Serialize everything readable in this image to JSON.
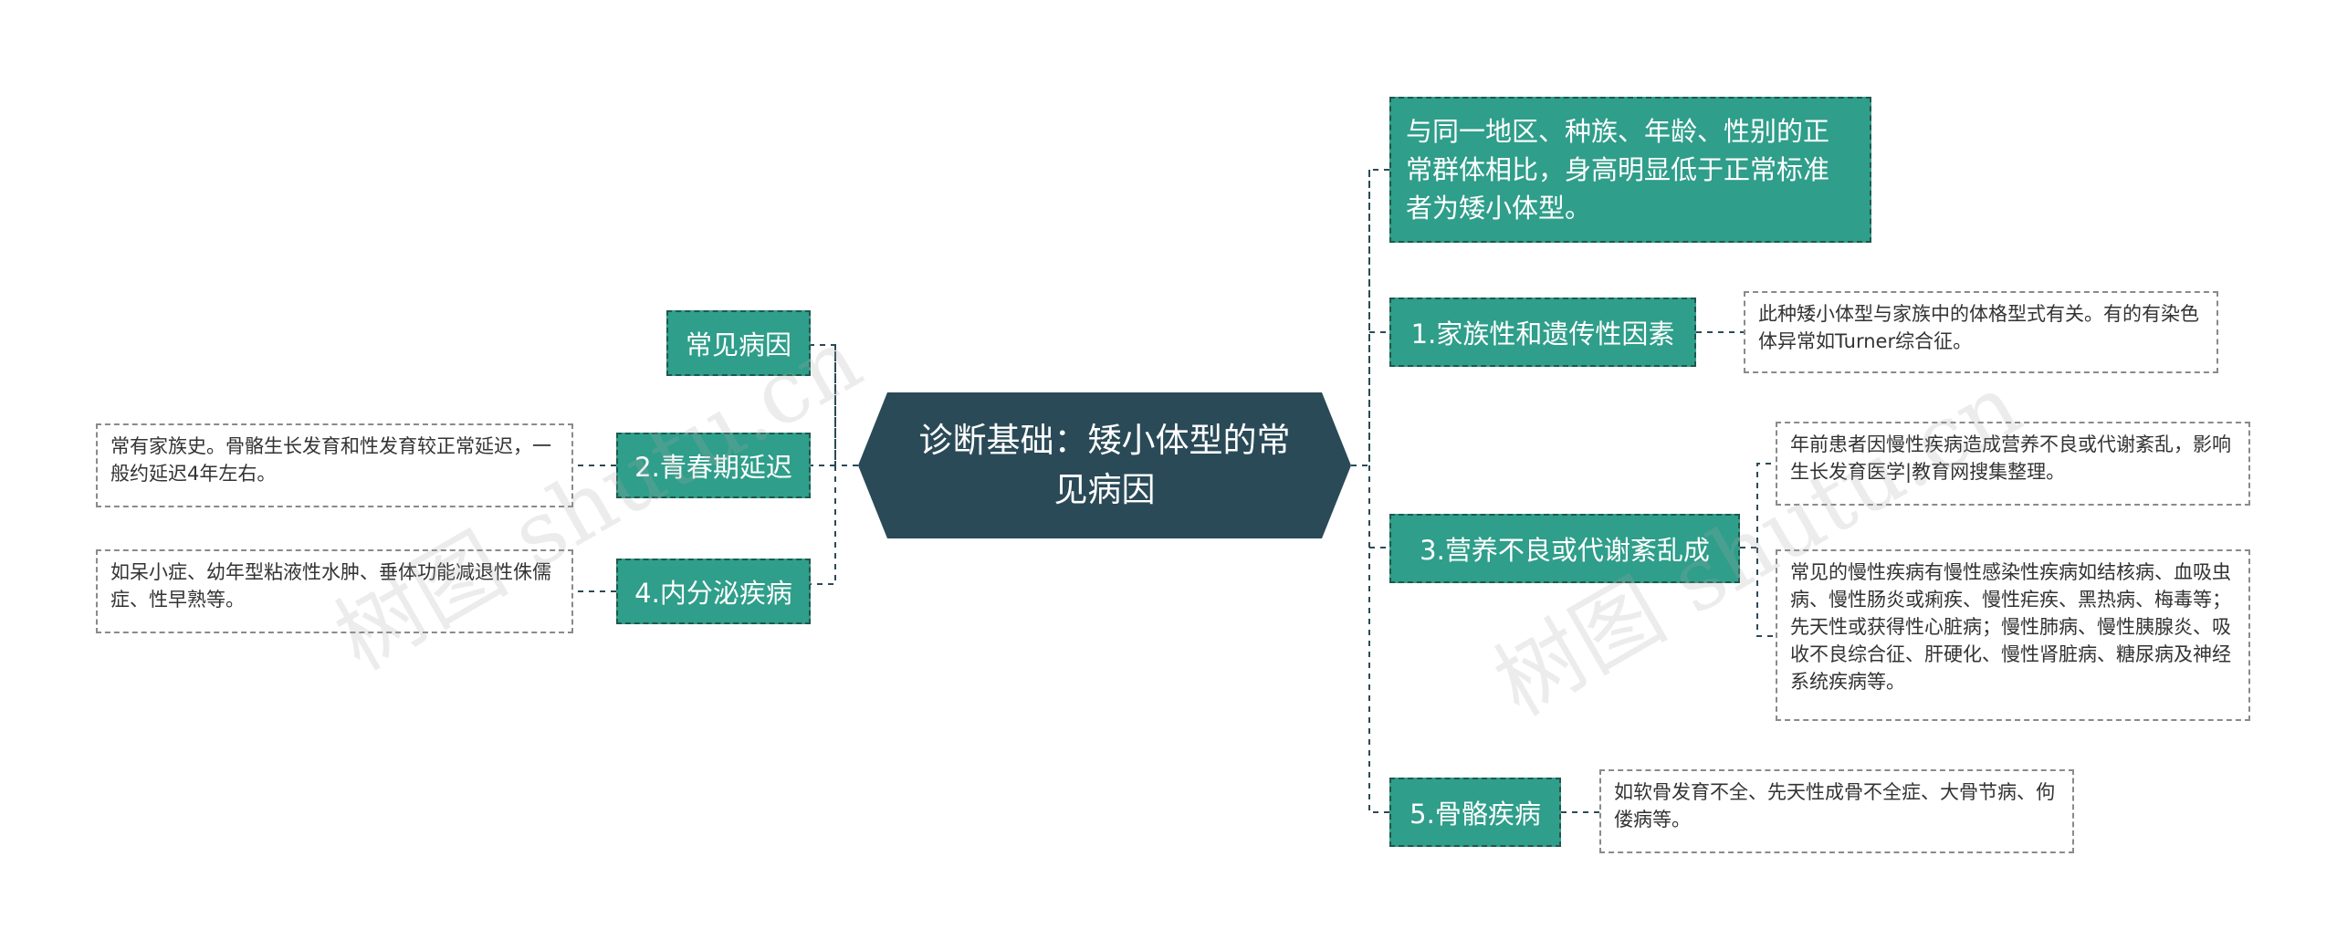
{
  "center": {
    "title": "诊断基础：矮小体型的常见病因"
  },
  "left_branches": [
    {
      "label": "常见病因",
      "detail": ""
    },
    {
      "label": "2.青春期延迟",
      "detail": "常有家族史。骨骼生长发育和性发育较正常延迟，一般约延迟4年左右。"
    },
    {
      "label": "4.内分泌疾病",
      "detail": "如呆小症、幼年型粘液性水肿、垂体功能减退性侏儒症、性早熟等。"
    }
  ],
  "right_branches": [
    {
      "label": "与同一地区、种族、年龄、性别的正常群体相比，身高明显低于正常标准者为矮小体型。"
    },
    {
      "label": "1.家族性和遗传性因素",
      "detail": "此种矮小体型与家族中的体格型式有关。有的有染色体异常如Turner综合征。"
    },
    {
      "label": "3.营养不良或代谢紊乱成",
      "details": [
        "年前患者因慢性疾病造成营养不良或代谢紊乱，影响生长发育医学|教育网搜集整理。",
        "常见的慢性疾病有慢性感染性疾病如结核病、血吸虫病、慢性肠炎或痢疾、慢性疟疾、黑热病、梅毒等；先天性或获得性心脏病；慢性肺病、慢性胰腺炎、吸收不良综合征、肝硬化、慢性肾脏病、糖尿病及神经系统疾病等。"
      ]
    },
    {
      "label": "5.骨骼疾病",
      "detail": "如软骨发育不全、先天性成骨不全症、大骨节病、佝偻病等。"
    }
  ],
  "watermark": "树图 shutu.cn",
  "colors": {
    "center_bg": "#2a4a57",
    "node_bg": "#2f9e8a",
    "node_border": "#21574d",
    "connector": "#2a4a57",
    "leaf_border": "#8a8a8a"
  }
}
